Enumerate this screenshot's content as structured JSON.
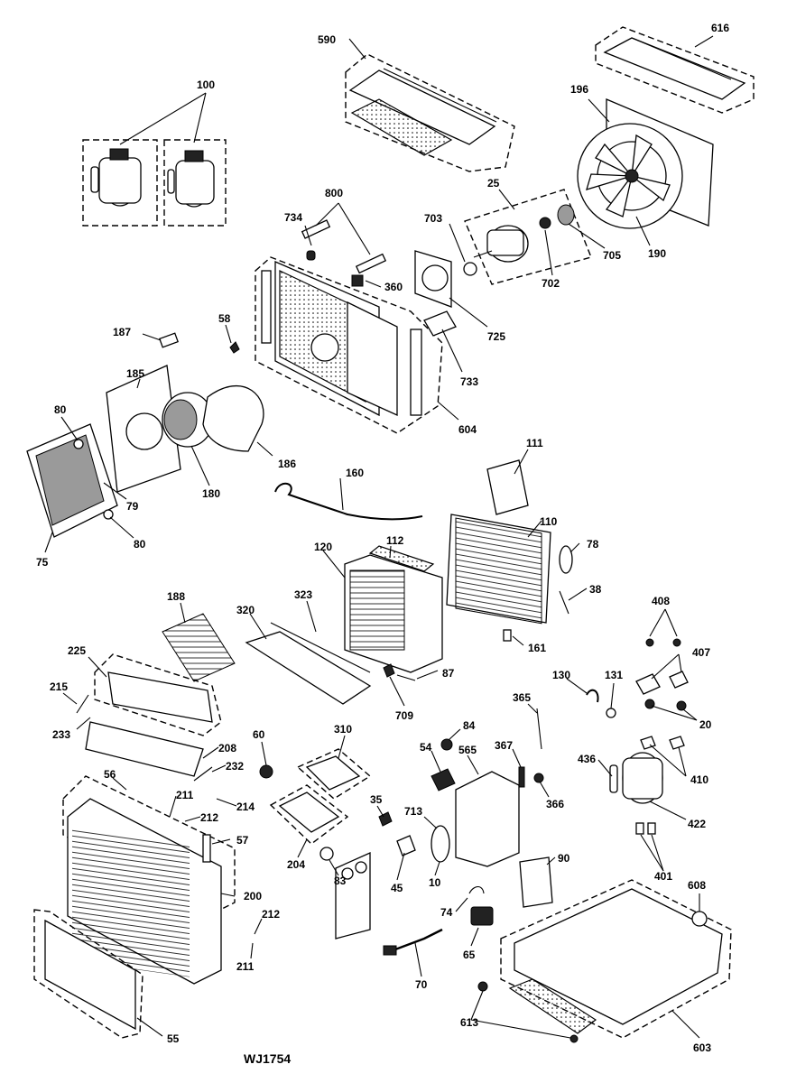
{
  "diagram_code": "WJ1754",
  "callouts": [
    {
      "id": "c100",
      "text": "100"
    },
    {
      "id": "c590",
      "text": "590"
    },
    {
      "id": "c616",
      "text": "616"
    },
    {
      "id": "c196",
      "text": "196"
    },
    {
      "id": "c25",
      "text": "25"
    },
    {
      "id": "c703",
      "text": "703"
    },
    {
      "id": "c702",
      "text": "702"
    },
    {
      "id": "c705",
      "text": "705"
    },
    {
      "id": "c190",
      "text": "190"
    },
    {
      "id": "c800",
      "text": "800"
    },
    {
      "id": "c734",
      "text": "734"
    },
    {
      "id": "c360",
      "text": "360"
    },
    {
      "id": "c725",
      "text": "725"
    },
    {
      "id": "c733",
      "text": "733"
    },
    {
      "id": "c604",
      "text": "604"
    },
    {
      "id": "c58",
      "text": "58"
    },
    {
      "id": "c187",
      "text": "187"
    },
    {
      "id": "c185",
      "text": "185"
    },
    {
      "id": "c186",
      "text": "186"
    },
    {
      "id": "c180",
      "text": "180"
    },
    {
      "id": "c80a",
      "text": "80"
    },
    {
      "id": "c79",
      "text": "79"
    },
    {
      "id": "c80b",
      "text": "80"
    },
    {
      "id": "c75",
      "text": "75"
    },
    {
      "id": "c160",
      "text": "160"
    },
    {
      "id": "c111",
      "text": "111"
    },
    {
      "id": "c110",
      "text": "110"
    },
    {
      "id": "c78",
      "text": "78"
    },
    {
      "id": "c38",
      "text": "38"
    },
    {
      "id": "c161",
      "text": "161"
    },
    {
      "id": "c112",
      "text": "112"
    },
    {
      "id": "c120",
      "text": "120"
    },
    {
      "id": "c323",
      "text": "323"
    },
    {
      "id": "c320",
      "text": "320"
    },
    {
      "id": "c87",
      "text": "87"
    },
    {
      "id": "c709",
      "text": "709"
    },
    {
      "id": "c188",
      "text": "188"
    },
    {
      "id": "c225",
      "text": "225"
    },
    {
      "id": "c215",
      "text": "215"
    },
    {
      "id": "c233",
      "text": "233"
    },
    {
      "id": "c208",
      "text": "208"
    },
    {
      "id": "c232",
      "text": "232"
    },
    {
      "id": "c56",
      "text": "56"
    },
    {
      "id": "c211a",
      "text": "211"
    },
    {
      "id": "c212a",
      "text": "212"
    },
    {
      "id": "c214",
      "text": "214"
    },
    {
      "id": "c57",
      "text": "57"
    },
    {
      "id": "c200",
      "text": "200"
    },
    {
      "id": "c212b",
      "text": "212"
    },
    {
      "id": "c211b",
      "text": "211"
    },
    {
      "id": "c55",
      "text": "55"
    },
    {
      "id": "c60",
      "text": "60"
    },
    {
      "id": "c310",
      "text": "310"
    },
    {
      "id": "c204",
      "text": "204"
    },
    {
      "id": "c83",
      "text": "83"
    },
    {
      "id": "c35",
      "text": "35"
    },
    {
      "id": "c45",
      "text": "45"
    },
    {
      "id": "c84",
      "text": "84"
    },
    {
      "id": "c54",
      "text": "54"
    },
    {
      "id": "c565",
      "text": "565"
    },
    {
      "id": "c365",
      "text": "365"
    },
    {
      "id": "c367",
      "text": "367"
    },
    {
      "id": "c366",
      "text": "366"
    },
    {
      "id": "c713",
      "text": "713"
    },
    {
      "id": "c10",
      "text": "10"
    },
    {
      "id": "c90",
      "text": "90"
    },
    {
      "id": "c74",
      "text": "74"
    },
    {
      "id": "c65",
      "text": "65"
    },
    {
      "id": "c70",
      "text": "70"
    },
    {
      "id": "c130",
      "text": "130"
    },
    {
      "id": "c131",
      "text": "131"
    },
    {
      "id": "c408",
      "text": "408"
    },
    {
      "id": "c407",
      "text": "407"
    },
    {
      "id": "c20",
      "text": "20"
    },
    {
      "id": "c436",
      "text": "436"
    },
    {
      "id": "c410",
      "text": "410"
    },
    {
      "id": "c422",
      "text": "422"
    },
    {
      "id": "c401",
      "text": "401"
    },
    {
      "id": "c608",
      "text": "608"
    },
    {
      "id": "c613",
      "text": "613"
    },
    {
      "id": "c603",
      "text": "603"
    }
  ]
}
